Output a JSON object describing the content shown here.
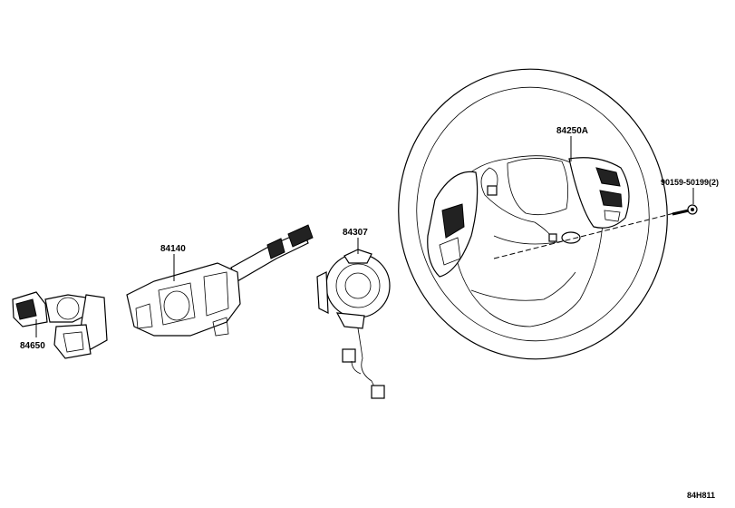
{
  "labels": {
    "steering_wheel": "84250A",
    "bolt": "90159-50199(2)",
    "spiral_cable": "84307",
    "combination_switch": "84140",
    "wiper_switch": "84650",
    "diagram_code": "84H811"
  }
}
